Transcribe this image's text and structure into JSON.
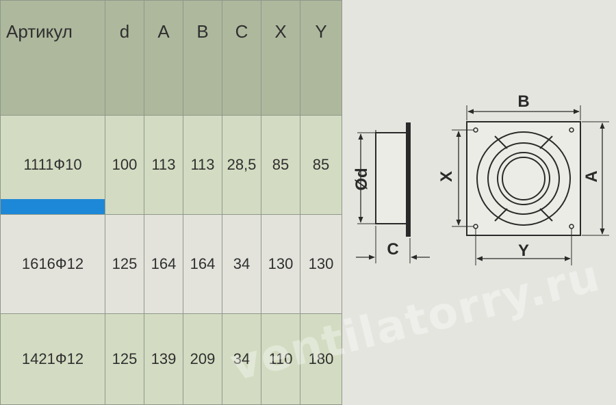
{
  "table": {
    "headers": [
      "Артикул",
      "d",
      "A",
      "B",
      "C",
      "X",
      "Y"
    ],
    "rows": [
      [
        "1111Ф10",
        "100",
        "113",
        "113",
        "28,5",
        "85",
        "85"
      ],
      [
        "1616Ф12",
        "125",
        "164",
        "164",
        "34",
        "130",
        "130"
      ],
      [
        "1421Ф12",
        "125",
        "139",
        "209",
        "34",
        "110",
        "180"
      ]
    ]
  },
  "drawing": {
    "side_labels": {
      "diameter": "Ød",
      "depth": "C"
    },
    "front_labels": {
      "width": "B",
      "height": "A",
      "hole_x": "X",
      "hole_y": "Y"
    }
  },
  "watermark": "ventilatorry.ru",
  "colors": {
    "header_bg": "#aeb89d",
    "row_green": "#d3dcc2",
    "row_gray": "#e3e3dc",
    "selection_bar": "#1e88d8",
    "page_bg": "#e5e5df"
  }
}
